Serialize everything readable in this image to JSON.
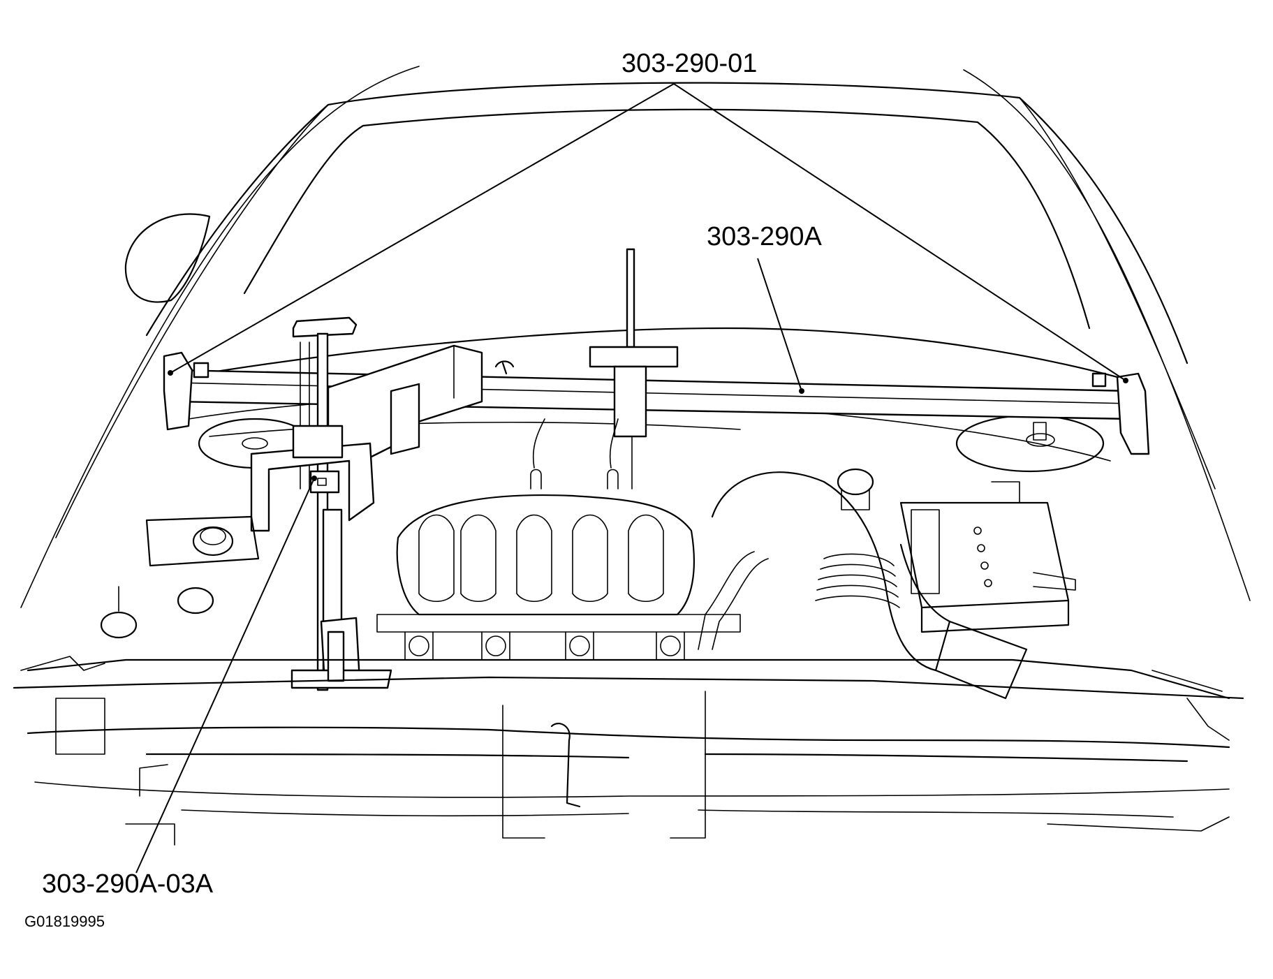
{
  "callouts": {
    "top": "303-290-01",
    "bar": "303-290A",
    "support": "303-290A-03A"
  },
  "figure_id": "G01819995",
  "colors": {
    "line": "#000000",
    "background": "#ffffff"
  }
}
